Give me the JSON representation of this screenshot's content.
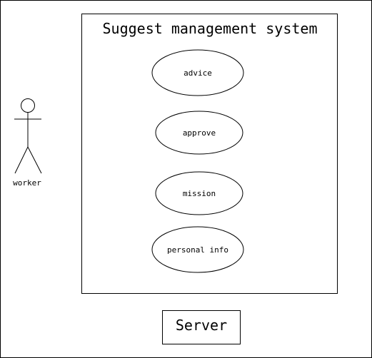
{
  "diagram": {
    "system_title": "Suggest management system",
    "use_cases": [
      {
        "label": "advice"
      },
      {
        "label": "approve"
      },
      {
        "label": "mission"
      },
      {
        "label": "personal info"
      }
    ],
    "actor": {
      "label": "worker"
    },
    "server": {
      "label": "Server"
    },
    "colors": {
      "stroke": "#000000",
      "background": "#ffffff"
    }
  }
}
